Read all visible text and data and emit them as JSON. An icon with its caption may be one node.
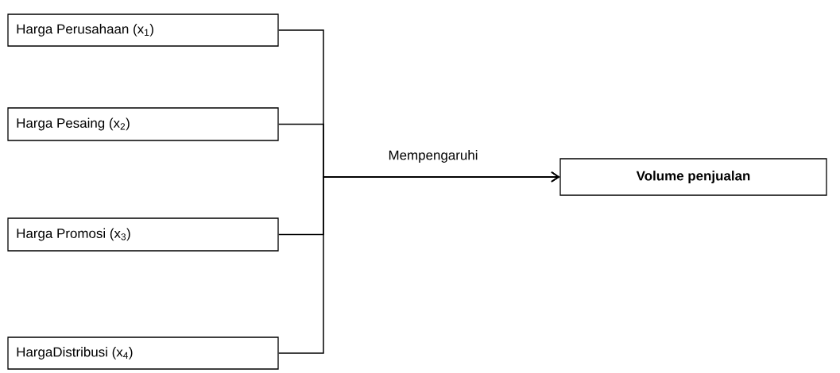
{
  "diagram": {
    "nodes": [
      {
        "text": [
          "Harga Perusahaan (x$_{1}$)"
        ]
      },
      {
        "text": [
          "Harga Pesaing (x$_{2}$)"
        ]
      },
      {
        "text": [
          "Harga Promosi (x$_{3}$)"
        ]
      },
      {
        "text": [
          "HargaDistribusi (x$_{4}$)"
        ]
      },
      {
        "text": [
          "**Volume penjualan**"
        ]
      }
    ],
    "edges": [
      {
        "from": 0,
        "to": 4,
        "arrow": "to",
        "label": "Mempengaruhi"
      },
      {
        "from": 1,
        "to": 4,
        "arrow": "to"
      },
      {
        "from": 2,
        "to": 4,
        "arrow": "to"
      },
      {
        "from": 3,
        "to": 4,
        "arrow": "to"
      }
    ]
  }
}
